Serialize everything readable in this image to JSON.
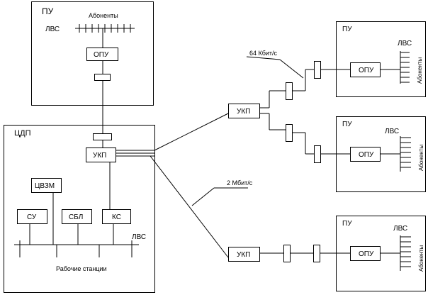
{
  "pu_top": {
    "title": "ПУ",
    "lan": "ЛВС",
    "subscribers": "Абоненты",
    "node": "ОПУ"
  },
  "cdp": {
    "title": "ЦДП",
    "ukp": "УКП",
    "cvzm": "ЦВЗМ",
    "su": "СУ",
    "sbl": "СБЛ",
    "ks": "КС",
    "lan": "ЛВС",
    "workstations": "Рабочие станции"
  },
  "links": {
    "speed_64": "64 Кбит/с",
    "speed_2m": "2 Мбит/с"
  },
  "ukp_upper": "УКП",
  "ukp_lower": "УКП",
  "pu_right": [
    {
      "title": "ПУ",
      "lan": "ЛВС",
      "subscribers": "Абоненты",
      "node": "ОПУ"
    },
    {
      "title": "ПУ",
      "lan": "ЛВС",
      "subscribers": "Абоненты",
      "node": "ОПУ"
    },
    {
      "title": "ПУ",
      "lan": "ЛВС",
      "subscribers": "Абоненты",
      "node": "ОПУ"
    }
  ]
}
